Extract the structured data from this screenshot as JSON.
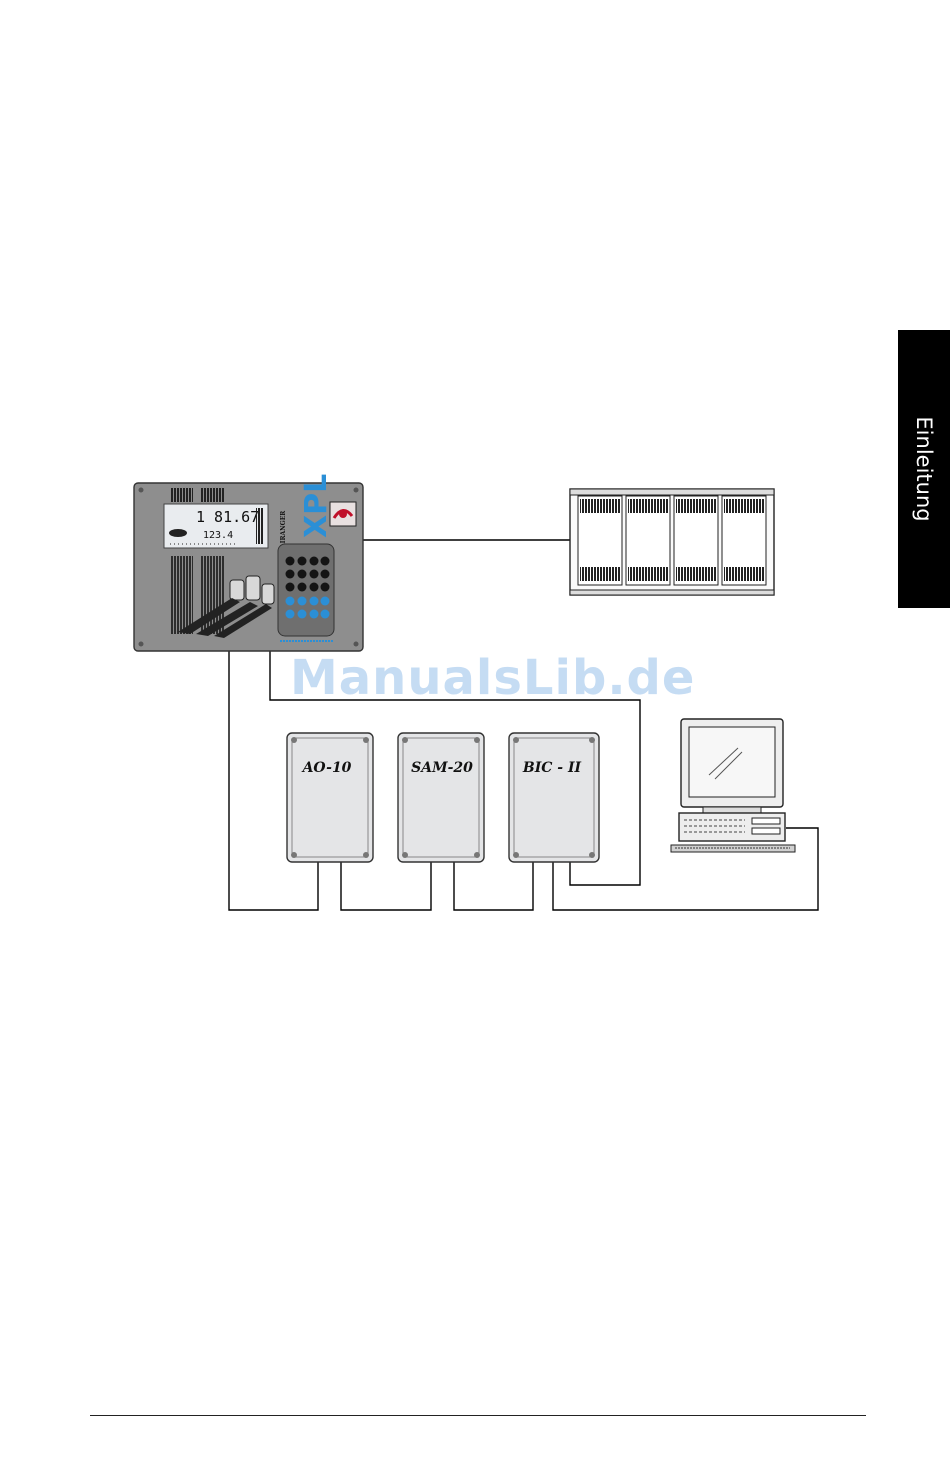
{
  "side_tab": {
    "label": "Einleitung"
  },
  "controller": {
    "brand": "AIRANGER",
    "model": "XPL",
    "display_main": "1 81.67",
    "display_aux": "123.4"
  },
  "modules": [
    {
      "label": "AO-10"
    },
    {
      "label": "SAM-20"
    },
    {
      "label": "BIC - II"
    }
  ],
  "watermark": "ManualsLib.de"
}
